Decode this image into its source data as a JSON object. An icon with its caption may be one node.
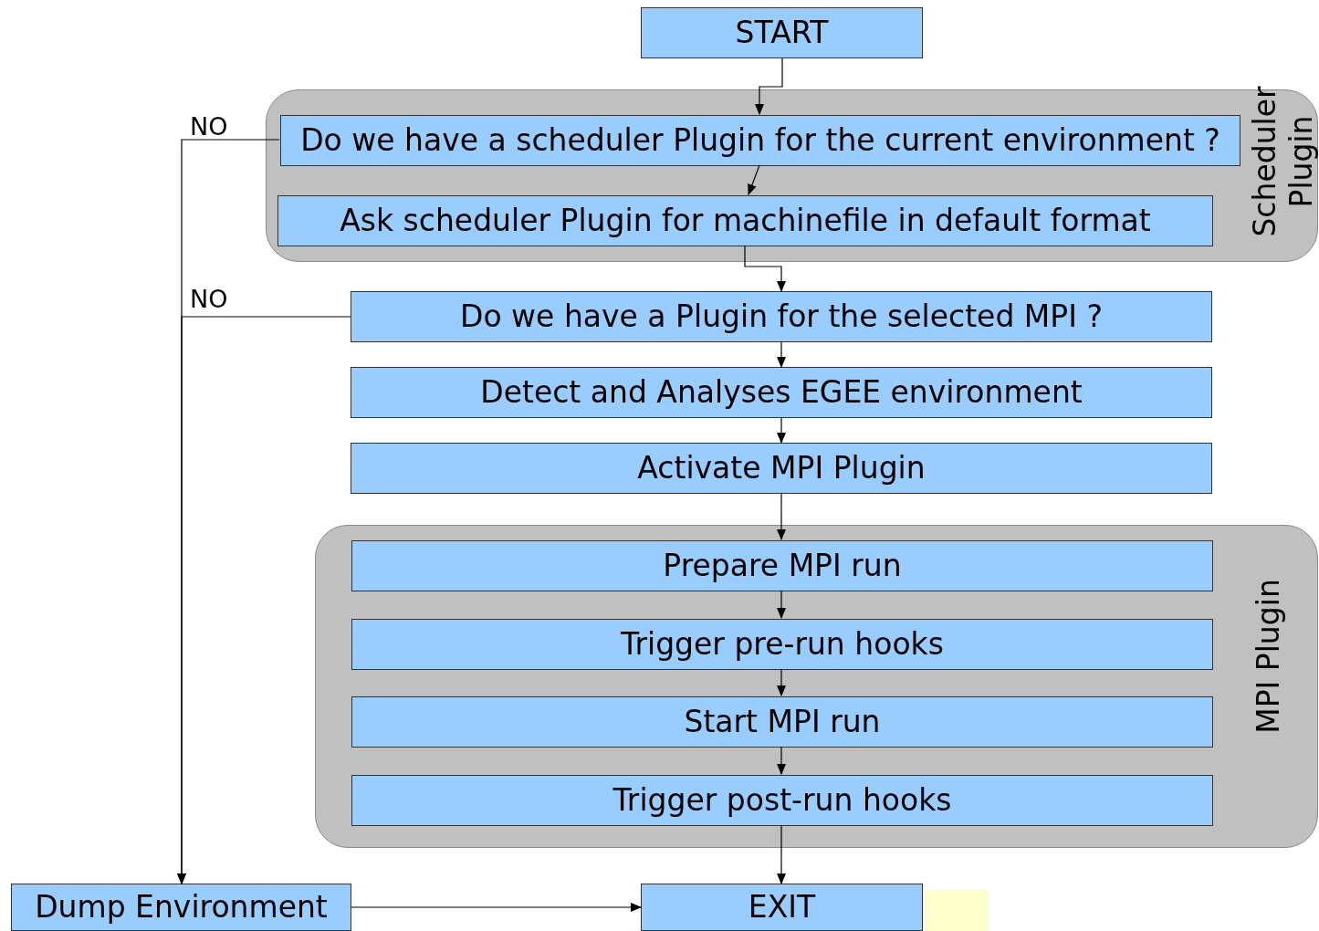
{
  "diagram": {
    "nodes": [
      {
        "text": [
          "START"
        ]
      },
      {
        "text": [
          "Scheduler Plugin"
        ]
      },
      {
        "text": [
          "Do we have a scheduler Plugin for the current environment ?"
        ],
        "in": 1
      },
      {
        "text": [
          "Ask scheduler Plugin for machinefile in default format"
        ],
        "in": 1
      },
      {
        "text": [
          "Do we have a Plugin for the selected MPI ?"
        ]
      },
      {
        "text": [
          "Detect and Analyses EGEE environment"
        ]
      },
      {
        "text": [
          "Activate MPI Plugin"
        ]
      },
      {
        "text": [
          "MPI Plugin"
        ]
      },
      {
        "text": [
          "Prepare MPI run"
        ],
        "in": 7
      },
      {
        "text": [
          "Trigger pre-run hooks"
        ],
        "in": 7
      },
      {
        "text": [
          "Start MPI run"
        ],
        "in": 7
      },
      {
        "text": [
          "Trigger post-run hooks"
        ],
        "in": 7
      },
      {
        "text": [
          "Dump Environment"
        ]
      },
      {
        "text": [
          "EXIT"
        ]
      }
    ],
    "edges": [
      {
        "from": 0,
        "to": 2,
        "arrow": "to"
      },
      {
        "from": 2,
        "to": 3,
        "arrow": "to"
      },
      {
        "from": 3,
        "to": 4,
        "arrow": "to"
      },
      {
        "from": 2,
        "to": 12,
        "arrow": "to",
        "label": "NO"
      },
      {
        "from": 4,
        "to": 12,
        "arrow": "to",
        "label": "NO"
      },
      {
        "from": 4,
        "to": 5,
        "arrow": "to"
      },
      {
        "from": 5,
        "to": 6,
        "arrow": "to"
      },
      {
        "from": 6,
        "to": 8,
        "arrow": "to"
      },
      {
        "from": 8,
        "to": 9,
        "arrow": "to"
      },
      {
        "from": 9,
        "to": 10,
        "arrow": "to"
      },
      {
        "from": 10,
        "to": 11,
        "arrow": "to"
      },
      {
        "from": 11,
        "to": 13,
        "arrow": "to"
      },
      {
        "from": 12,
        "to": 13,
        "arrow": "to"
      }
    ]
  }
}
